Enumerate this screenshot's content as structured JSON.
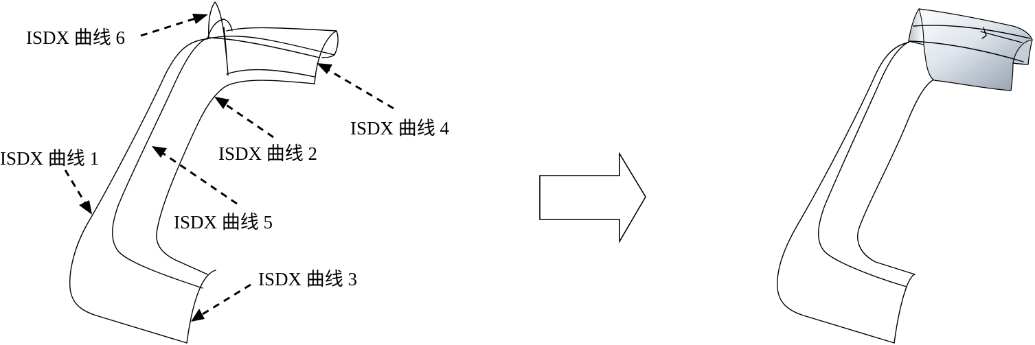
{
  "callouts": {
    "curve1": "ISDX 曲线 1",
    "curve2": "ISDX 曲线 2",
    "curve3": "ISDX 曲线 3",
    "curve4": "ISDX 曲线 4",
    "curve5": "ISDX 曲线 5",
    "curve6": "ISDX 曲线 6"
  },
  "colors": {
    "line": "#000000",
    "surface_light": "#ffffff",
    "surface_dark": "#8c9aa8",
    "background": "#ffffff"
  },
  "transition_arrow": {
    "icon": "right-block-arrow-icon"
  }
}
